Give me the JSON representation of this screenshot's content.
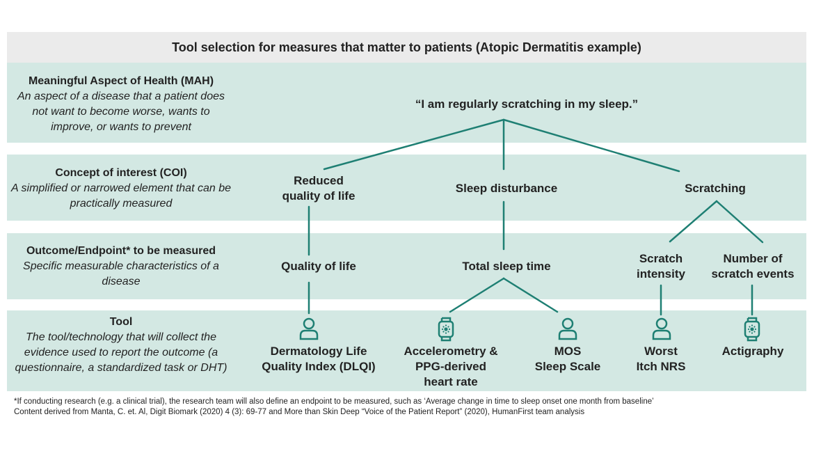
{
  "title": "Tool selection for measures that matter to patients (Atopic Dermatitis example)",
  "rows": {
    "mah": {
      "heading": "Meaningful Aspect of Health (MAH)",
      "description": "An aspect of a disease that a patient does not want to become worse, wants to improve, or wants to prevent"
    },
    "coi": {
      "heading": "Concept of interest (COI)",
      "description": "A simplified or narrowed element that can be practically measured"
    },
    "outcome": {
      "heading": "Outcome/Endpoint* to be measured",
      "description": "Specific measurable characteristics of a disease"
    },
    "tool": {
      "heading": "Tool",
      "description": "The tool/technology that will collect the evidence used to report the outcome (a questionnaire, a standardized task or DHT)"
    }
  },
  "mah_node": "“I am regularly scratching in my sleep.”",
  "coi_nodes": {
    "quality_line1": "Reduced",
    "quality_line2": "quality of life",
    "sleep": "Sleep disturbance",
    "scratching": "Scratching"
  },
  "outcome_nodes": {
    "quality": "Quality of life",
    "sleep_time": "Total sleep time",
    "intensity_line1": "Scratch",
    "intensity_line2": "intensity",
    "events_line1": "Number of",
    "events_line2": "scratch events"
  },
  "tool_nodes": {
    "dlqi_line1": "Dermatology Life",
    "dlqi_line2": "Quality Index (DLQI)",
    "accel_line1": "Accelerometry &",
    "accel_line2": "PPG-derived",
    "accel_line3": "heart rate",
    "mos_line1": "MOS",
    "mos_line2": "Sleep Scale",
    "nrs_line1": "Worst",
    "nrs_line2": "Itch NRS",
    "actigraphy": "Actigraphy"
  },
  "icons": {
    "dlqi": "person-icon",
    "accel": "smartwatch-icon",
    "mos": "person-icon",
    "nrs": "person-icon",
    "actigraphy": "smartwatch-icon"
  },
  "colors": {
    "band": "#d3e8e3",
    "title_band": "#ebebeb",
    "connector": "#1e7f73"
  },
  "footnotes": {
    "line1": "*If conducting research (e.g. a clinical trial), the research team will also define an endpoint to be measured, such as ‘Average change in time to sleep onset one month from baseline’",
    "line2": "Content derived from Manta, C. et. Al, Digit Biomark (2020) 4 (3): 69-77 and More than Skin Deep “Voice of the Patient Report” (2020), HumanFirst team analysis"
  }
}
